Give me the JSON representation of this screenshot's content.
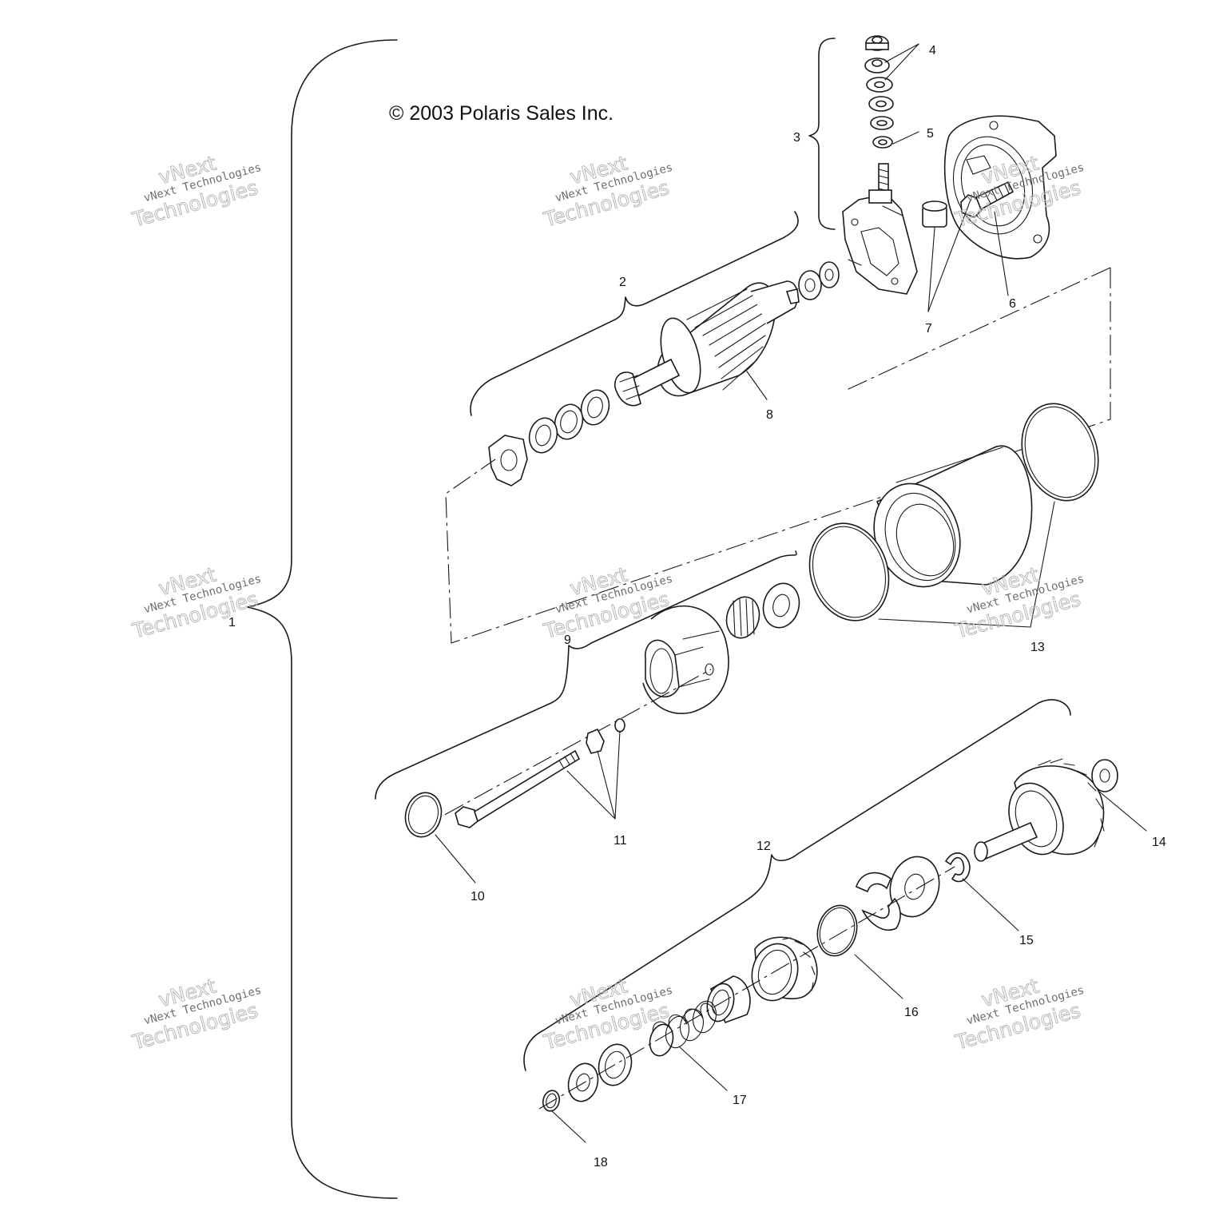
{
  "copyright": "© 2003 Polaris Sales Inc.",
  "callouts": [
    "1",
    "2",
    "3",
    "4",
    "5",
    "6",
    "7",
    "8",
    "9",
    "10",
    "11",
    "12",
    "13",
    "14",
    "15",
    "16",
    "17",
    "18"
  ],
  "watermark": {
    "brand": "vNext",
    "line": "vNext Technologies",
    "word": "Technologies"
  }
}
